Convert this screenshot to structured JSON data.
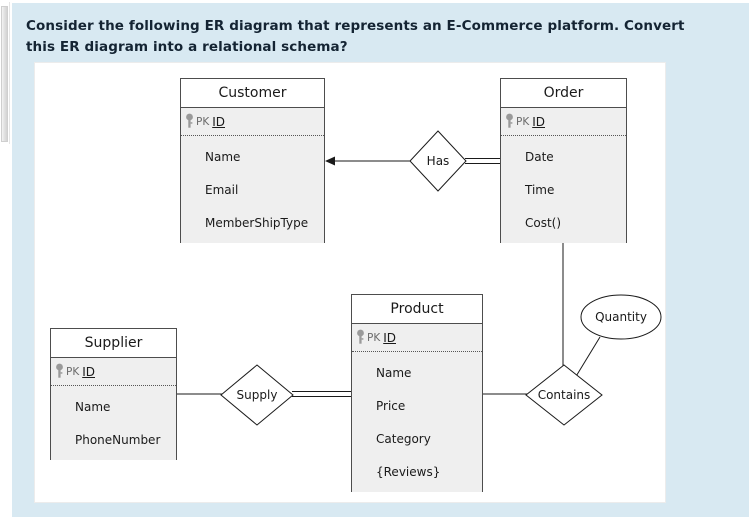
{
  "question": {
    "text": "Consider the following ER diagram that represents an E-Commerce platform. Convert this ER diagram into a relational schema?"
  },
  "colors": {
    "panel_background": "#d8e9f2",
    "canvas_background": "#ffffff",
    "entity_header_background": "#ffffff",
    "entity_body_background": "#efefef",
    "stroke": "#4d4d4d",
    "text": "#1a1a1a",
    "pk_label": "#6b6b6b",
    "key_icon": "#9a9a9a"
  },
  "diagram": {
    "type": "er-diagram",
    "entities": [
      {
        "id": "customer",
        "name": "Customer",
        "pk": {
          "icon": "key-icon",
          "tag": "PK",
          "field": "ID"
        },
        "attributes": [
          "Name",
          "Email",
          "MemberShipType"
        ]
      },
      {
        "id": "order",
        "name": "Order",
        "pk": {
          "icon": "key-icon",
          "tag": "PK",
          "field": "ID"
        },
        "attributes": [
          "Date",
          "Time",
          "Cost()"
        ]
      },
      {
        "id": "product",
        "name": "Product",
        "pk": {
          "icon": "key-icon",
          "tag": "PK",
          "field": "ID"
        },
        "attributes": [
          "Name",
          "Price",
          "Category",
          "{Reviews}"
        ]
      },
      {
        "id": "supplier",
        "name": "Supplier",
        "pk": {
          "icon": "key-icon",
          "tag": "PK",
          "field": "ID"
        },
        "attributes": [
          "Name",
          "PhoneNumber"
        ]
      }
    ],
    "relationships": [
      {
        "id": "has",
        "name": "Has",
        "between": [
          "Customer",
          "Order"
        ],
        "notes": "arrow into Customer, double line to Order"
      },
      {
        "id": "supply",
        "name": "Supply",
        "between": [
          "Supplier",
          "Product"
        ],
        "notes": "single line to Supplier, double line to Product"
      },
      {
        "id": "contains",
        "name": "Contains",
        "between": [
          "Product",
          "Order"
        ],
        "notes": "single lines; carries Quantity attribute"
      }
    ],
    "relationship_attributes": [
      {
        "id": "quantity",
        "name": "Quantity",
        "owner": "Contains",
        "shape": "ellipse"
      }
    ]
  }
}
